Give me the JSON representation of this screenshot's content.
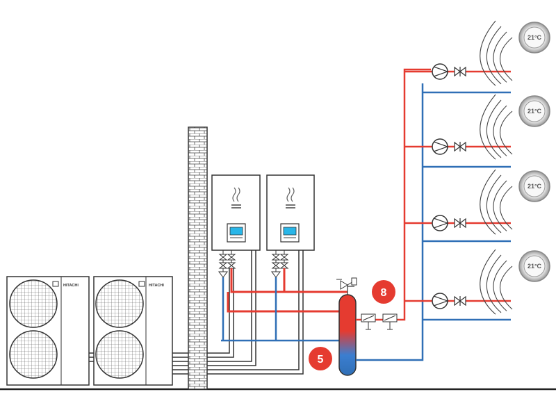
{
  "heat_pumps": [
    {
      "brand": "HITACHI"
    },
    {
      "brand": "HITACHI"
    }
  ],
  "thermostats": [
    {
      "label": "21°C"
    },
    {
      "label": "21°C"
    },
    {
      "label": "21°C"
    },
    {
      "label": "21°C"
    }
  ],
  "badges": [
    {
      "label": "8"
    },
    {
      "label": "5"
    }
  ],
  "colors": {
    "hot": "#e53b30",
    "cold": "#2f6fb6",
    "outline": "#333333",
    "badge": "#e53b30",
    "screen": "#29b6e8"
  }
}
